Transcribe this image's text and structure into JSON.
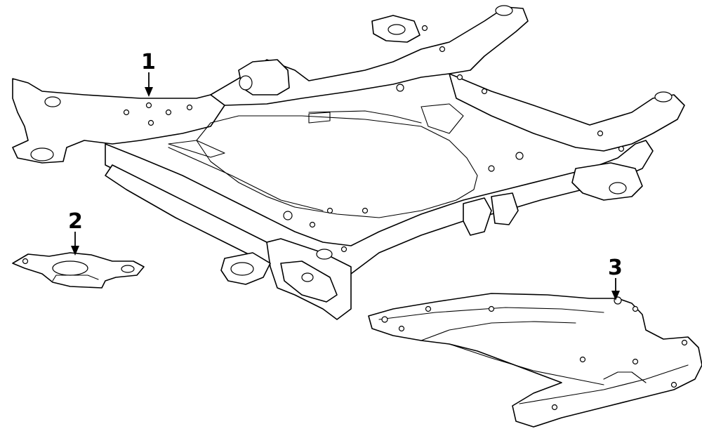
{
  "diagram": {
    "callouts": [
      {
        "id": "1",
        "label": "1",
        "part": "crossmember"
      },
      {
        "id": "2",
        "label": "2",
        "part": "bracket"
      },
      {
        "id": "3",
        "label": "3",
        "part": "under-cover"
      }
    ],
    "colors": {
      "stroke": "#000000",
      "background": "#ffffff"
    }
  }
}
